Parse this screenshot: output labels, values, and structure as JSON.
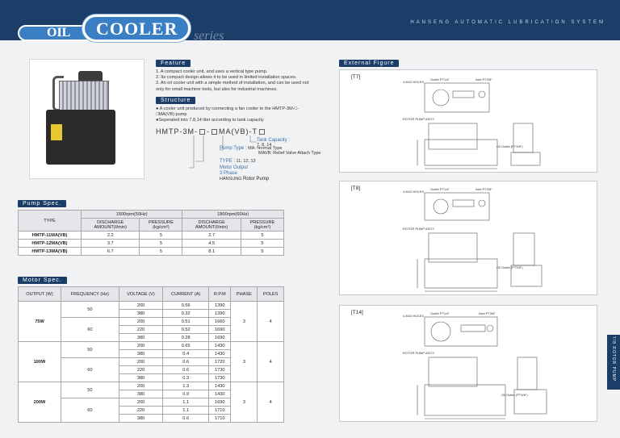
{
  "header": {
    "oil": "OIL",
    "cooler": "COOLER",
    "series": "series",
    "tagline": "HANSENG AUTOMATIC LUBRICATION SYSTEM"
  },
  "feature": {
    "title": "Feature",
    "items": [
      "1. A compact cooler unit, and uses a vertical type pump.",
      "2. Its compact design allows it to be used in limited installation spaces.",
      "3. An oil cooler unit with a simple method of installation, and can be used not only for small machine tools, but also for industrial machines."
    ]
  },
  "structure": {
    "title": "Structure",
    "items": [
      "● A cooler unit produced by connecting a fan cooler to the HMTP-3M-□-□MA(VB) pump",
      "●Seperated into 7,8,14 liter according to tank capacity"
    ]
  },
  "model_code": {
    "part1": "HMTP-3M-",
    "part2": "MA(VB)-T",
    "tank_capacity_label": "Tank Capacity :",
    "tank_capacity_values": "7, 8, 14",
    "pump_type_label": "Pump Type :",
    "pump_type_ma": "MA: Normal Type",
    "pump_type_vb": "MAVB: Relief Valve Attach Type",
    "type_label": "TYPE :",
    "type_values": "11, 12, 13",
    "motor_output": "Motor Output",
    "phase": "3 Phase",
    "brand": "HANSUNG",
    "product": "Rotor Pump"
  },
  "pump_spec": {
    "title": "Pump Spec.",
    "type_header": "TYPE",
    "freq_50": "1500rpm(50Hz)",
    "freq_60": "1800rpm(60Hz)",
    "discharge": "DISCHARGE AMOUNT(ℓ/min)",
    "pressure": "PRESSURE (kg/cm²)",
    "rows": [
      {
        "type": "HMTP-11MA(VB)",
        "d50": "2.2",
        "p50": "5",
        "d60": "2.7",
        "p60": "5"
      },
      {
        "type": "HMTP-12MA(VB)",
        "d50": "3.7",
        "p50": "5",
        "d60": "4.5",
        "p60": "5"
      },
      {
        "type": "HMTP-13MA(VB)",
        "d50": "6.7",
        "p50": "5",
        "d60": "8.1",
        "p60": "5"
      }
    ]
  },
  "motor_spec": {
    "title": "Motor Spec.",
    "headers": [
      "OUTPUT (W)",
      "FREQUENCY (Hz)",
      "VOLTAGE (V)",
      "CURRENT (A)",
      "R.P.M",
      "PHASE",
      "POLES"
    ],
    "groups": [
      {
        "output": "75W",
        "phase": "3",
        "poles": "4",
        "f50": "50",
        "f60": "60",
        "rows": [
          [
            "200",
            "0.56",
            "1390"
          ],
          [
            "380",
            "0.32",
            "1390"
          ],
          [
            "200",
            "0.51",
            "1660"
          ],
          [
            "220",
            "0.52",
            "1690"
          ],
          [
            "380",
            "0.28",
            "1690"
          ]
        ]
      },
      {
        "output": "100W",
        "phase": "3",
        "poles": "4",
        "f50": "50",
        "f60": "60",
        "rows": [
          [
            "200",
            "0.65",
            "1430"
          ],
          [
            "380",
            "0.4",
            "1430"
          ],
          [
            "200",
            "0.6",
            "1720"
          ],
          [
            "220",
            "0.6",
            "1730"
          ],
          [
            "380",
            "0.3",
            "1730"
          ]
        ]
      },
      {
        "output": "200W",
        "phase": "3",
        "poles": "4",
        "f50": "50",
        "f60": "60",
        "rows": [
          [
            "200",
            "1.3",
            "1430"
          ],
          [
            "380",
            "0.9",
            "1430"
          ],
          [
            "200",
            "1.1",
            "1690"
          ],
          [
            "220",
            "1.1",
            "1710"
          ],
          [
            "380",
            "0.6",
            "1710"
          ]
        ]
      }
    ]
  },
  "external": {
    "title": "External Figure",
    "panels": [
      {
        "tag": "[T7]",
        "outlet": "Outlet PT1/4\"",
        "inlet": "Inlet PT3/8\"",
        "holes": "4-M10 HOLES",
        "motor": "ROTOR PUMP ASS'Y",
        "oil_outlet": "Oil Outlet (PT3/8\")"
      },
      {
        "tag": "[T8]",
        "outlet": "Outlet PT1/4\"",
        "inlet": "Inlet PT3/8\"",
        "holes": "4-M10 HOLES",
        "motor": "ROTOR PUMP ASS'Y",
        "oil_outlet": "Oil Outlet (PT3/8\")"
      },
      {
        "tag": "[T14]",
        "outlet": "Outlet PT1/4\"",
        "inlet": "Inlet PT3/8\"",
        "holes": "4-M10 HOLES",
        "motor": "ROTOR PUMP ASS'Y",
        "oil_outlet": "Oil Outlet (PT3/8\")"
      }
    ]
  },
  "side_tab": {
    "text": "7/8   ROTOR PUMP"
  },
  "colors": {
    "navy": "#1b3e69",
    "accent": "#3a7ec4"
  }
}
